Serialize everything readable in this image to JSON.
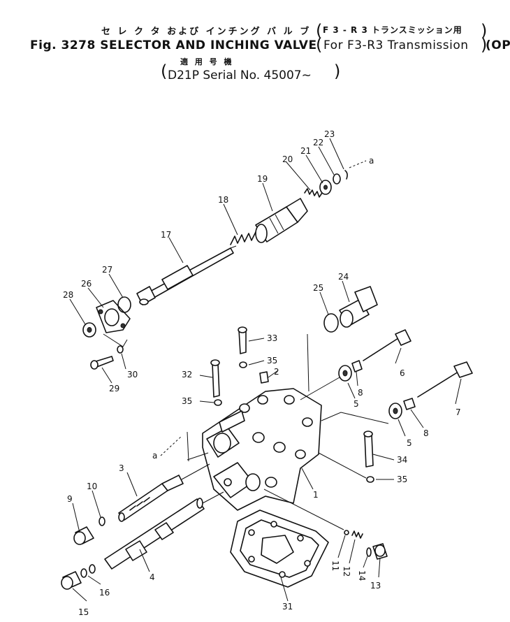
{
  "title": {
    "jp_line1": "セ レ ク タ および インチング バ ル ブ",
    "jp_line1_paren": "F 3 - R 3 トランスミッション用",
    "fig_line": "Fig. 3278 SELECTOR AND INCHING VALVE",
    "fig_paren": "For F3-R3 Transmission",
    "op": "(OP)",
    "jp_line3": "適 用 号 機",
    "serial": "D21P  Serial No. 45007~"
  },
  "callouts": {
    "n1": "1",
    "n2": "2",
    "n3": "3",
    "n4": "4",
    "n5a": "5",
    "n5b": "5",
    "n6": "6",
    "n7": "7",
    "n8a": "8",
    "n8b": "8",
    "n9": "9",
    "n10": "10",
    "n11": "11",
    "n12": "12",
    "n13": "13",
    "n14": "14",
    "n15": "15",
    "n16": "16",
    "n17": "17",
    "n18": "18",
    "n19": "19",
    "n20": "20",
    "n21": "21",
    "n22": "22",
    "n23": "23",
    "n24": "24",
    "n25": "25",
    "n26": "26",
    "n27": "27",
    "n28": "28",
    "n29": "29",
    "n30": "30",
    "n31": "31",
    "n32": "32",
    "n33": "33",
    "n34": "34",
    "n35a": "35",
    "n35b": "35",
    "n35c": "35",
    "ref_a1": "a",
    "ref_a2": "a"
  }
}
